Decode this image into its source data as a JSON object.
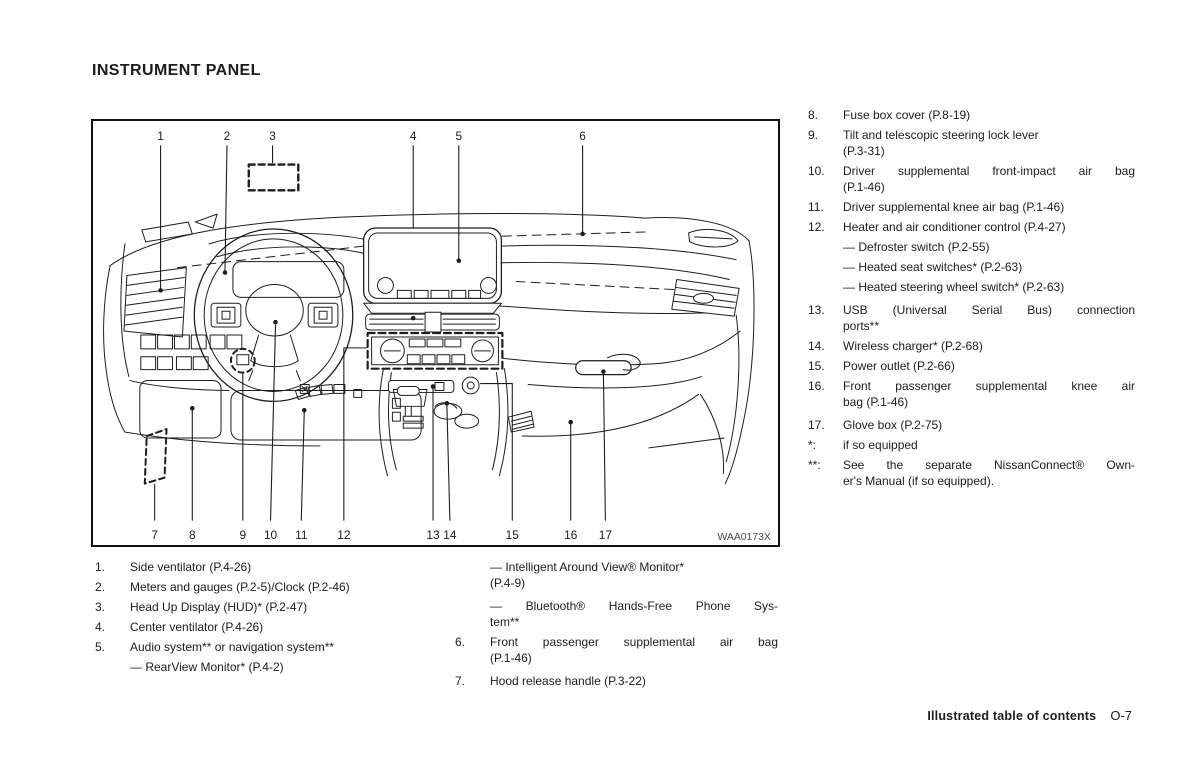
{
  "page": {
    "title": "INSTRUMENT PANEL",
    "footer": {
      "section_label": "Illustrated table of contents",
      "page_number": "O-7"
    }
  },
  "figure": {
    "code": "WAA0173X",
    "callouts_top": [
      "1",
      "2",
      "3",
      "4",
      "5",
      "6"
    ],
    "callouts_bottom": [
      "7",
      "8",
      "9",
      "10",
      "11",
      "12",
      "13",
      "14",
      "15",
      "16",
      "17"
    ]
  },
  "legend_left": {
    "rows": [
      {
        "num": "1.",
        "text": "Side ventilator (P.4-26)"
      },
      {
        "num": "2.",
        "text": "Meters and gauges (P.2-5)/Clock (P.2-46)"
      },
      {
        "num": "3.",
        "text": "Head Up Display (HUD)* (P.2-47)"
      },
      {
        "num": "4.",
        "text": "Center ventilator (P.4-26)"
      },
      {
        "num": "5.",
        "text": "Audio system** or navigation system**"
      },
      {
        "num": "",
        "text": "— RearView Monitor* (P.4-2)"
      }
    ]
  },
  "legend_middle": {
    "rows": [
      {
        "num": "",
        "text": "— Intelligent Around View® Monitor*"
      },
      {
        "num": "",
        "text": "(P.4-9)"
      },
      {
        "num": "",
        "text": "— Bluetooth® Hands-Free Phone Sys-"
      },
      {
        "num": "",
        "text": "tem**"
      },
      {
        "num": "6.",
        "text": "Front passenger supplemental air bag"
      },
      {
        "num": "",
        "text": "(P.1-46)"
      },
      {
        "num": "7.",
        "text": "Hood release handle (P.3-22)"
      }
    ]
  },
  "legend_right": {
    "rows": [
      {
        "num": "8.",
        "text": "Fuse box cover (P.8-19)"
      },
      {
        "num": "9.",
        "text": "Tilt and telescopic steering lock lever"
      },
      {
        "num": "",
        "text": "(P.3-31)"
      },
      {
        "num": "10.",
        "text": "Driver supplemental front-impact air bag"
      },
      {
        "num": "",
        "text": "(P.1-46)"
      },
      {
        "num": "11.",
        "text": "Driver supplemental knee air bag (P.1-46)"
      },
      {
        "num": "12.",
        "text": "Heater and air conditioner control (P.4-27)"
      },
      {
        "num": "",
        "text": "— Defroster switch (P.2-55)"
      },
      {
        "num": "",
        "text": "— Heated seat switches* (P.2-63)"
      },
      {
        "num": "",
        "text": "— Heated steering wheel switch* (P.2-63)"
      },
      {
        "num": "13.",
        "text": "USB (Universal Serial Bus) connection"
      },
      {
        "num": "",
        "text": "ports**"
      },
      {
        "num": "14.",
        "text": "Wireless charger* (P.2-68)"
      },
      {
        "num": "15.",
        "text": "Power outlet (P.2-66)"
      },
      {
        "num": "16.",
        "text": "Front passenger supplemental knee air"
      },
      {
        "num": "",
        "text": "bag (P.1-46)"
      },
      {
        "num": "17.",
        "text": "Glove box (P.2-75)"
      },
      {
        "num": "*:",
        "text": "if so equipped"
      },
      {
        "num": "**:",
        "text": "See the separate NissanConnect® Own-"
      },
      {
        "num": "",
        "text": "er's Manual (if so equipped)."
      }
    ]
  }
}
